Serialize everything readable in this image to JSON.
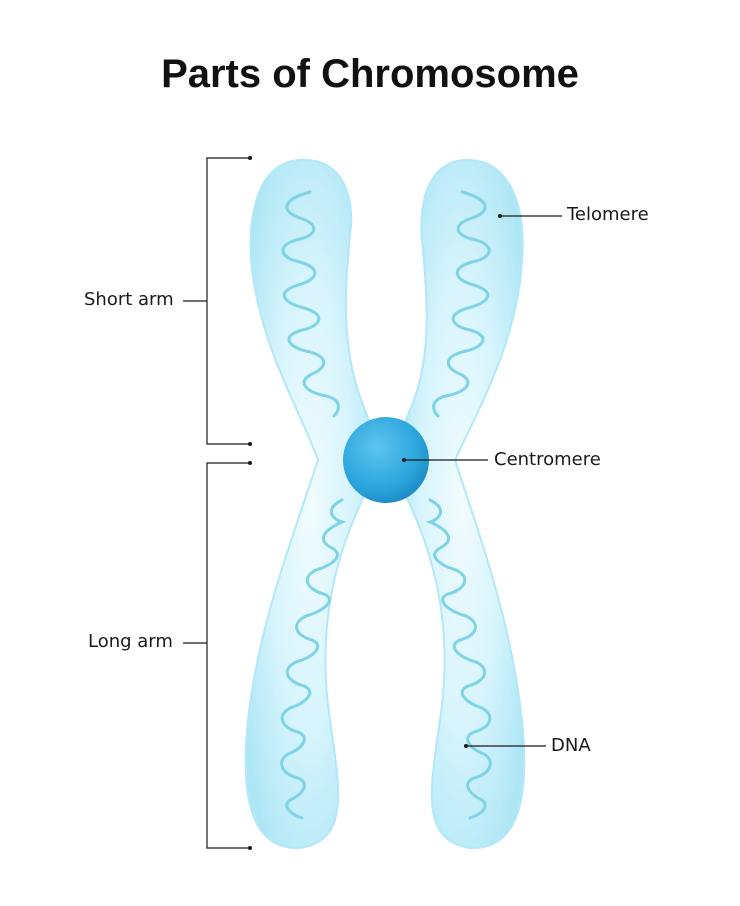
{
  "title": "Parts of Chromosome",
  "labels": {
    "telomere": "Telomere",
    "centromere": "Centromere",
    "dna": "DNA",
    "short_arm": "Short arm",
    "long_arm": "Long arm"
  },
  "colors": {
    "chromatid_fill": "#c8f0fb",
    "chromatid_edge": "#a6e3f5",
    "dna_strand": "#7fd3e6",
    "centromere": "#2aa4dc",
    "leader_line": "#1a1a1a"
  }
}
